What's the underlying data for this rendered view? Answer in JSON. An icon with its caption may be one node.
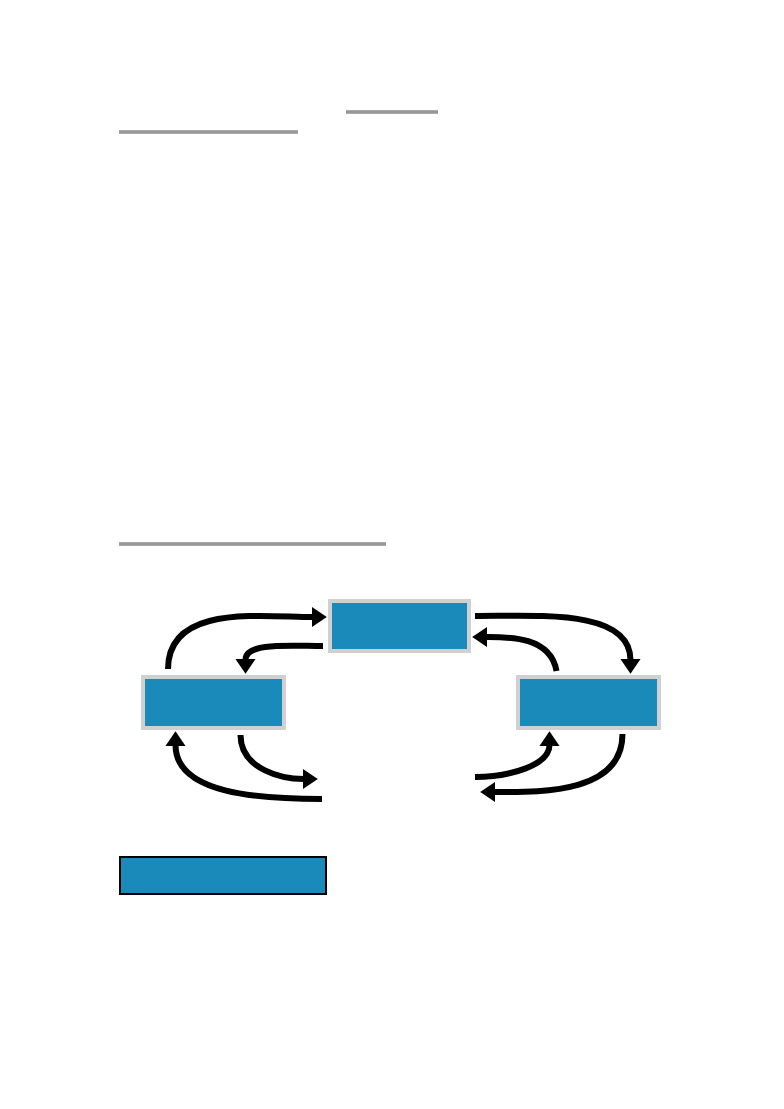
{
  "diagram": {
    "nodes": [
      {
        "text": [],
        "shape": "box"
      },
      {
        "text": [],
        "shape": "box"
      },
      {
        "text": [],
        "shape": "box"
      },
      {
        "text": [],
        "shape": "box"
      }
    ],
    "edges": [
      {
        "from": 1,
        "to": 0,
        "arrow": "to"
      },
      {
        "from": 0,
        "to": 1,
        "arrow": "to"
      },
      {
        "from": 0,
        "to": 2,
        "arrow": "to"
      },
      {
        "from": 2,
        "to": 0,
        "arrow": "to"
      },
      {
        "from": 1,
        "to": null,
        "arrow": "to"
      },
      {
        "from": null,
        "to": 1,
        "arrow": "to"
      },
      {
        "from": null,
        "to": 2,
        "arrow": "to"
      },
      {
        "from": 2,
        "to": null,
        "arrow": "to"
      }
    ]
  }
}
